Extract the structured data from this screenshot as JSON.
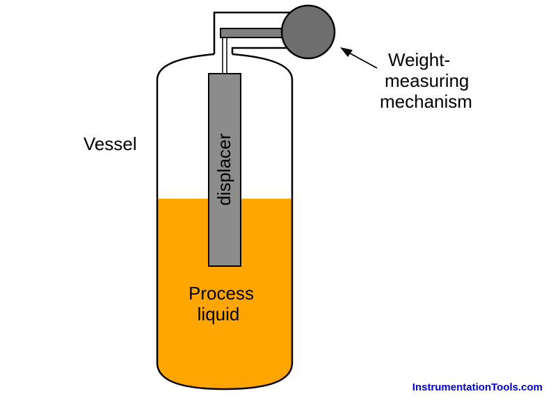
{
  "labels": {
    "vessel": "Vessel",
    "displacer": "displacer",
    "process_liquid_line1": "Process",
    "process_liquid_line2": "liquid",
    "mechanism_line1": "Weight-",
    "mechanism_line2": "measuring",
    "mechanism_line3": "mechanism"
  },
  "watermark": "InstrumentationTools.com",
  "colors": {
    "liquid": "#FFA500",
    "displacer": "#8C8C8C",
    "mechanism": "#6E6E6E",
    "rod": "#808080",
    "outline": "#000000",
    "watermark": "#0000CC"
  }
}
